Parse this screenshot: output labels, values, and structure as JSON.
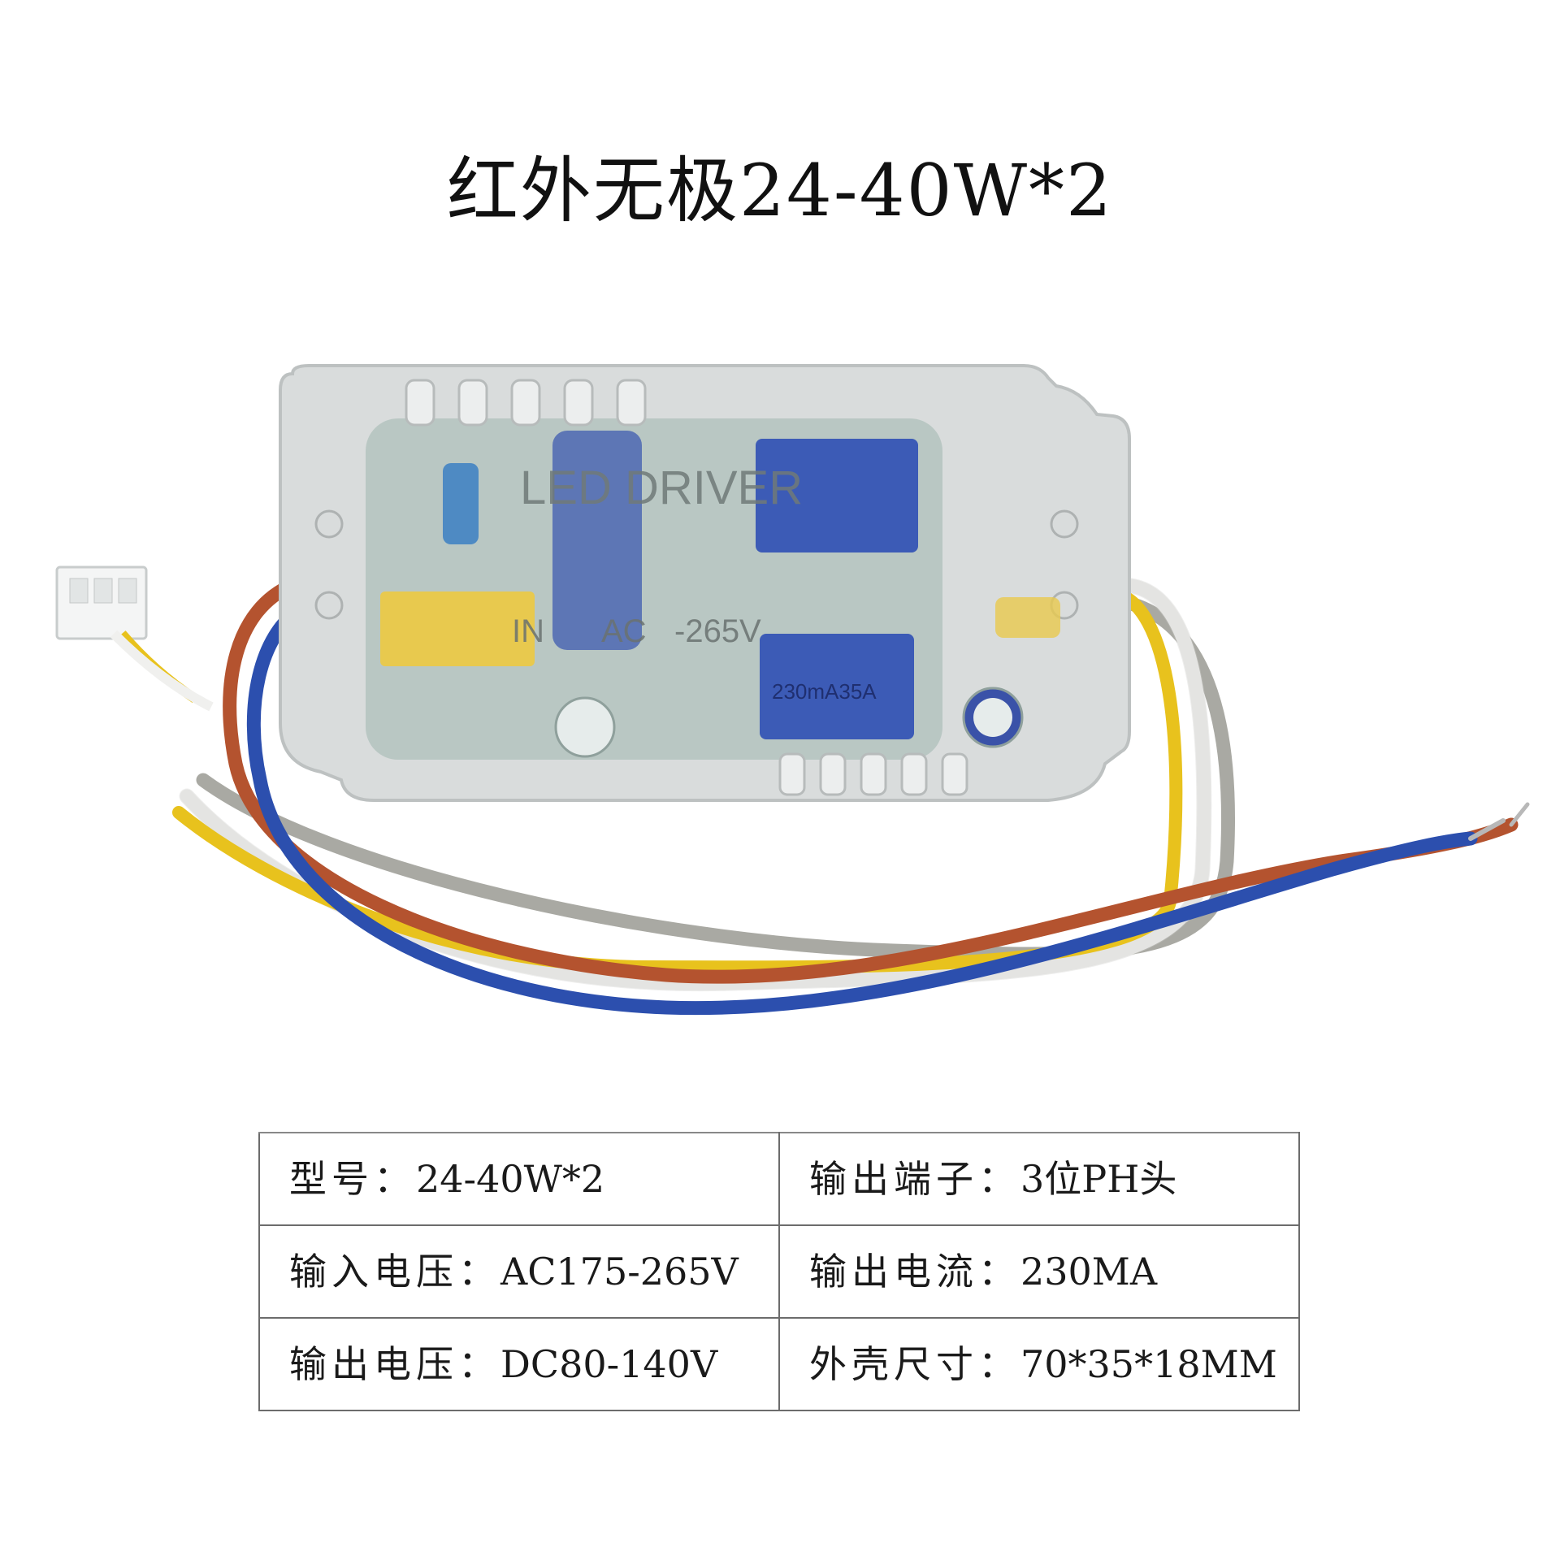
{
  "title": "红外无极24-40W*2",
  "product_photo": {
    "subject": "led-driver-module",
    "label_lines": [
      "LED DRIVER",
      "IN",
      "AC",
      "-265V",
      "230mA35A"
    ],
    "wire_colors": {
      "brown": "#b4532f",
      "blue": "#2c4fae",
      "grey": "#a9a9a3",
      "white": "#f4f4f2",
      "yellow": "#e8c21d"
    },
    "case_color": "#d9dcdc",
    "capacitor_color": "#2f4fb5",
    "x_capacitor_color": "#e8c94e"
  },
  "specs": [
    [
      {
        "label": "型号：",
        "value": "24-40W*2"
      },
      {
        "label": "输出端子：",
        "value": "3位PH头"
      }
    ],
    [
      {
        "label": "输入电压：",
        "value": "AC175-265V"
      },
      {
        "label": "输出电流：",
        "value": "230MA"
      }
    ],
    [
      {
        "label": "输出电压：",
        "value": "DC80-140V"
      },
      {
        "label": "外壳尺寸：",
        "value": "70*35*18MM"
      }
    ]
  ]
}
